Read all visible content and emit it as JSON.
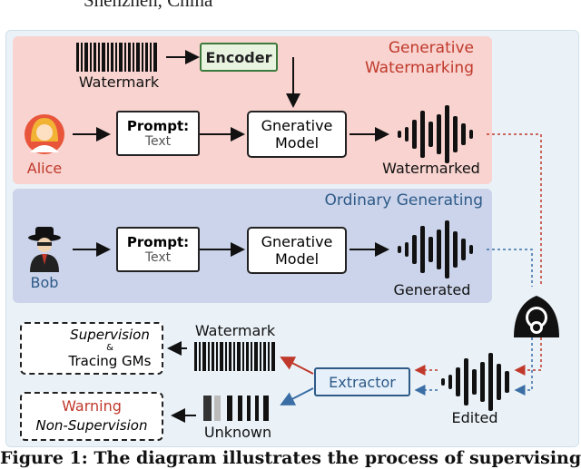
{
  "top_fragment": "Shenzhen, China",
  "panels": {
    "generative": {
      "title_line1": "Generative",
      "title_line2": "Watermarking"
    },
    "ordinary": {
      "title": "Ordinary Generating"
    }
  },
  "nodes": {
    "watermark_label": "Watermark",
    "encoder": "Encoder",
    "alice": "Alice",
    "bob": "Bob",
    "prompt_title": "Prompt:",
    "prompt_text": "Text",
    "model_line1": "Gnerative",
    "model_line2": "Model",
    "watermarked": "Watermarked",
    "generated": "Generated",
    "extractor": "Extractor",
    "edited": "Edited",
    "watermark_out": "Watermark",
    "unknown": "Unknown"
  },
  "outcomes": {
    "supervision": {
      "line1": "Supervision",
      "amp": "&",
      "line2": "Tracing GMs"
    },
    "warning": {
      "line1": "Warning",
      "line2": "Non-Supervision"
    }
  },
  "caption": "Figure 1: The diagram illustrates the process of supervising",
  "colors": {
    "generative_title": "#c0392b",
    "ordinary_title": "#2e5a88",
    "red_arrow": "#c0392b",
    "blue_arrow": "#3a6ea5",
    "encoder_border": "#3d7a3d",
    "encoder_fill": "#e8f3e0",
    "extractor_border": "#2e5a88",
    "extractor_fill": "#e6f0fa",
    "warning_text": "#c0392b"
  },
  "icons": [
    "barcode-icon",
    "alice-avatar-icon",
    "bob-avatar-icon",
    "soundwave-icon",
    "hacker-icon",
    "partial-barcode-icon"
  ]
}
